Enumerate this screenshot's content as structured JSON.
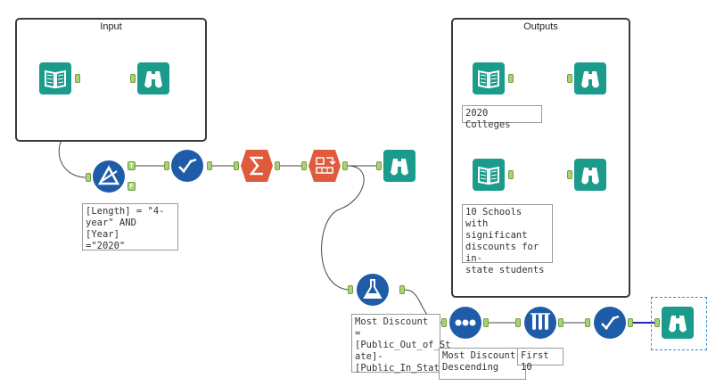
{
  "containers": {
    "input": {
      "title": "Input"
    },
    "outputs": {
      "title": "Outputs"
    }
  },
  "annotations": {
    "filter": "[Length] = \"4-\nyear\" AND [Year]\n=\"2020\"",
    "formula": "Most Discount =\n[Public_Out_of_St\nate]-\n[Public_In_State]",
    "sort": "Most Discount\nDescending",
    "sample": "First 10",
    "output_colleges": "2020 Colleges",
    "output_schools": "10 Schools with\nsignificant\ndiscounts for in-\nstate students"
  },
  "anchor_labels": {
    "true": "T",
    "false": "F"
  },
  "colors": {
    "input_output": "#1a9b8c",
    "prep": "#1f5ca8",
    "transform": "#e05a3c",
    "wire": "#444444",
    "selected_wire": "#1f2ab8",
    "anchor": "#a9d27a",
    "selection": "#3a8fd1"
  },
  "icons": {
    "input_data": "book-icon",
    "browse": "binoculars-icon",
    "filter": "filter-triangle-icon",
    "select": "check-icon",
    "summarize": "sigma-icon",
    "crosstab": "crosstab-icon",
    "formula": "flask-icon",
    "sort": "dots-icon",
    "sample": "test-tubes-icon"
  }
}
